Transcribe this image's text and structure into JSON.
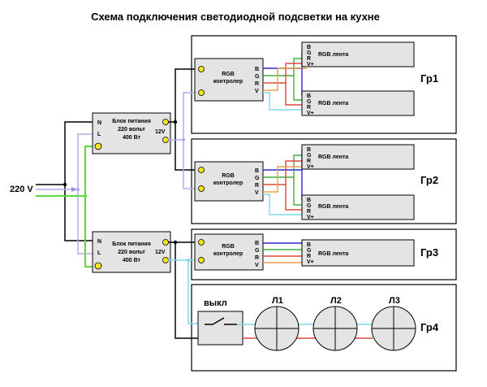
{
  "title": "Схема подключения светодиодной подсветки на кухне",
  "input_label": "220 V",
  "colors": {
    "wire_black": "#000000",
    "wire_lilac": "#b9a9ec",
    "wire_green": "#5fd63c",
    "wire_cyan": "#7fd8ec",
    "wire_red": "#e0463c",
    "wire_green_rgb": "#39b439",
    "wire_blue": "#2a2ad0",
    "wire_orange": "#e8a04a",
    "box_fill": "#e4e4e4",
    "terminal_yellow": "#f2e41e"
  },
  "psu": [
    {
      "name": "Блок питания",
      "spec1": "220 вольт",
      "spec2": "400 Вт",
      "out": "12V",
      "n": "N",
      "l": "L"
    },
    {
      "name": "Блок питания",
      "spec1": "220 вольт",
      "spec2": "400 Вт",
      "out": "12V",
      "n": "N",
      "l": "L"
    }
  ],
  "controllers": [
    {
      "line1": "RGB",
      "line2": "контролер",
      "pins": [
        "B",
        "G",
        "R",
        "V"
      ]
    },
    {
      "line1": "RGB",
      "line2": "контролер",
      "pins": [
        "B",
        "G",
        "R",
        "V"
      ]
    },
    {
      "line1": "RGB",
      "line2": "контролер",
      "pins": [
        "B",
        "G",
        "R",
        "V"
      ]
    }
  ],
  "strip_label": "RGB лента",
  "strip_pins": [
    "B",
    "G",
    "R",
    "V+"
  ],
  "groups": [
    "Гр1",
    "Гр2",
    "Гр3",
    "Гр4"
  ],
  "switch_label": "выкл",
  "lamps": [
    "Л1",
    "Л2",
    "Л3"
  ]
}
